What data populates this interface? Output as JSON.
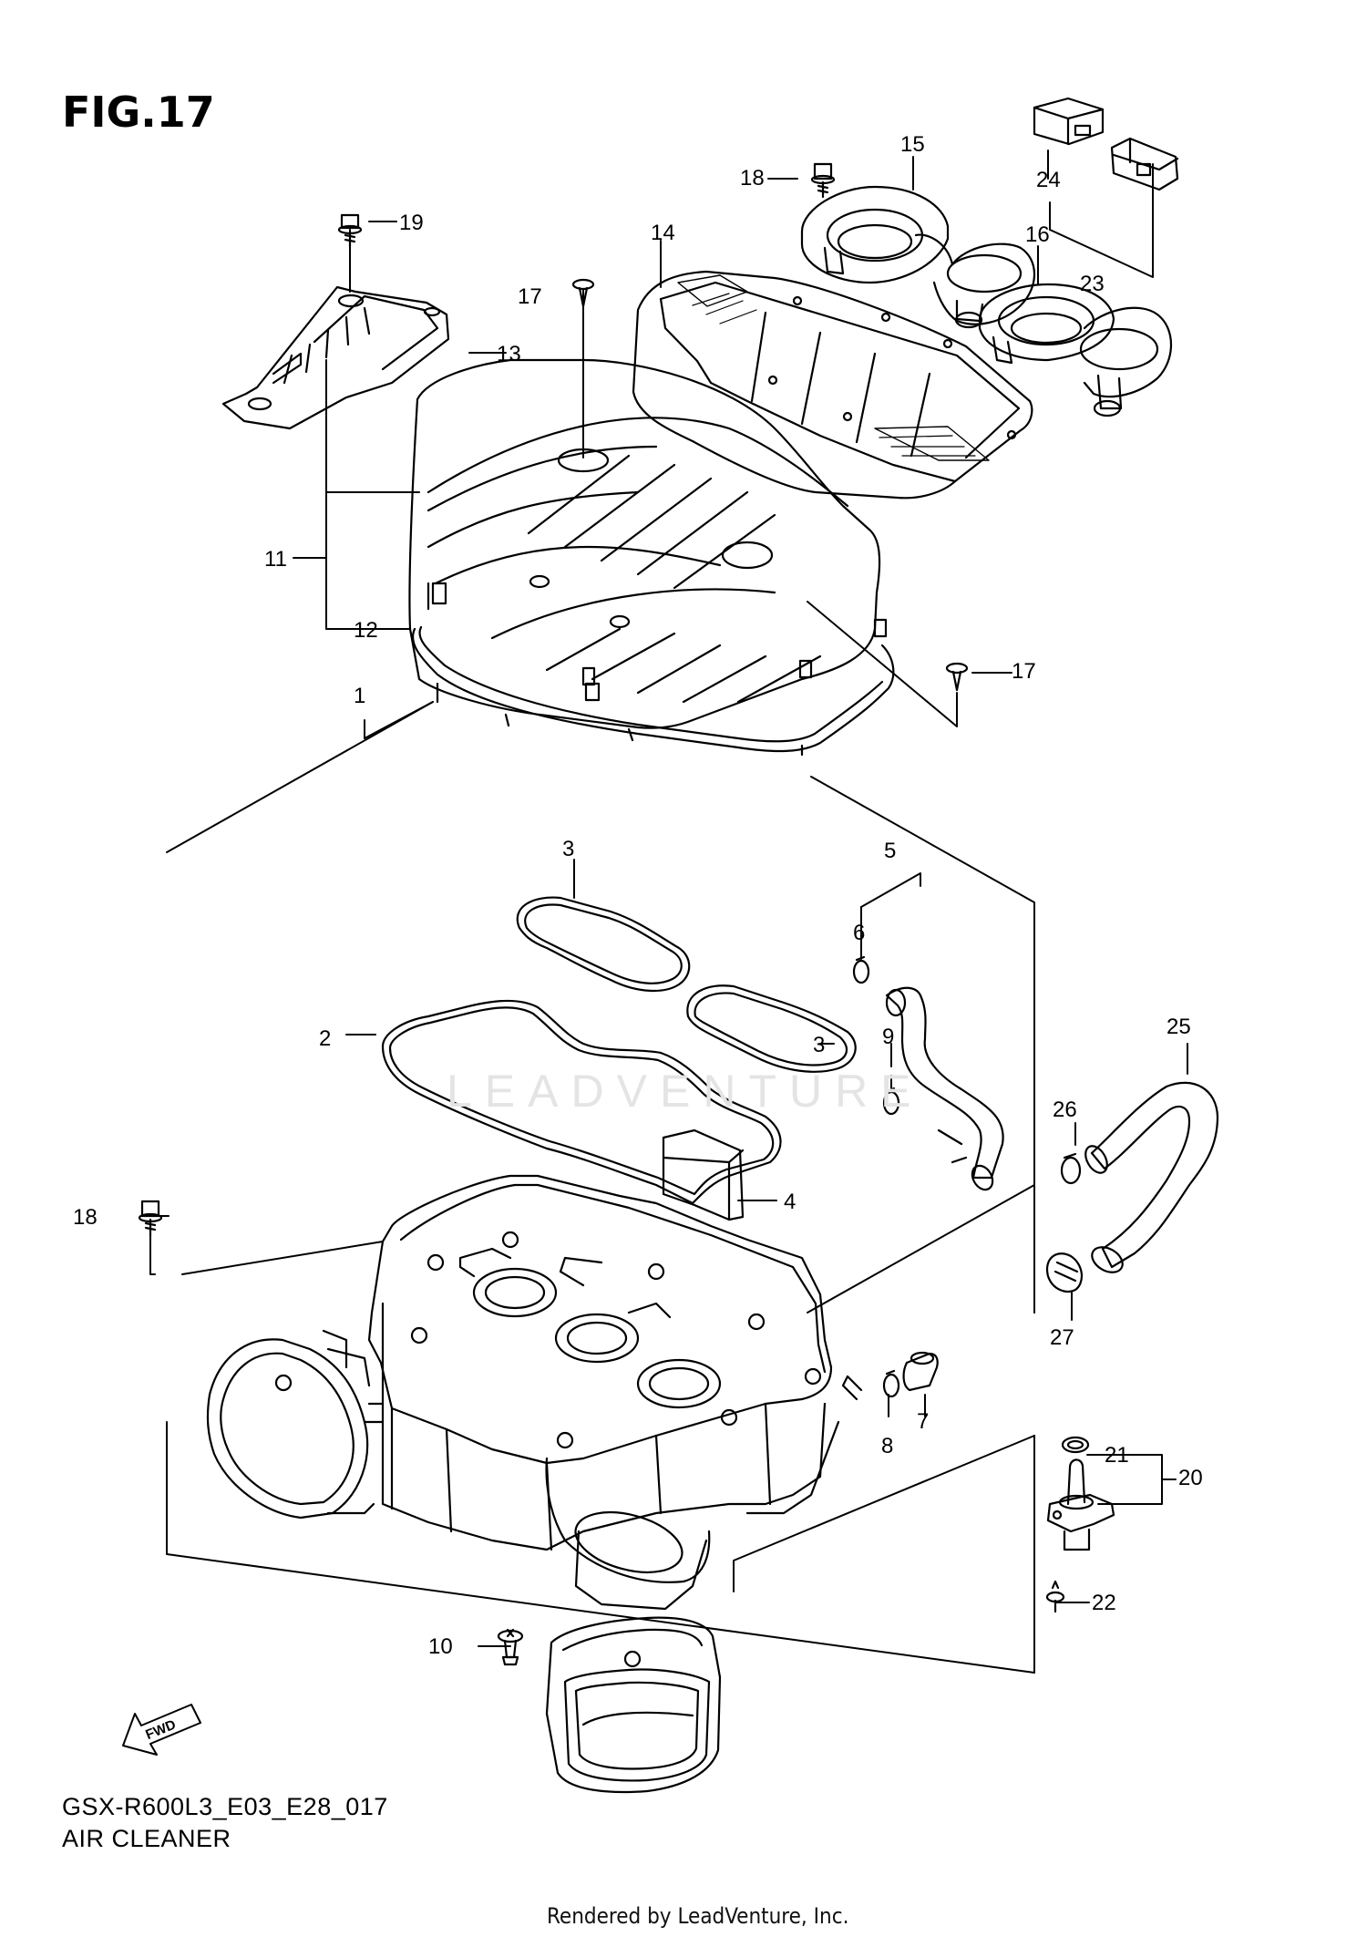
{
  "figure": {
    "title": "FIG.17",
    "code": "GSX-R600L3_E03_E28_017",
    "name": "AIR CLEANER",
    "rendered_by": "Rendered by LeadVenture, Inc.",
    "watermark": "LEADVENTURE",
    "fwd_label": "FWD"
  },
  "callouts": [
    {
      "id": "c1",
      "text": "1"
    },
    {
      "id": "c2",
      "text": "2"
    },
    {
      "id": "c3a",
      "text": "3"
    },
    {
      "id": "c3b",
      "text": "3"
    },
    {
      "id": "c4",
      "text": "4"
    },
    {
      "id": "c5",
      "text": "5"
    },
    {
      "id": "c6",
      "text": "6"
    },
    {
      "id": "c7",
      "text": "7"
    },
    {
      "id": "c8",
      "text": "8"
    },
    {
      "id": "c9",
      "text": "9"
    },
    {
      "id": "c10",
      "text": "10"
    },
    {
      "id": "c11",
      "text": "11"
    },
    {
      "id": "c12",
      "text": "12"
    },
    {
      "id": "c13",
      "text": "13"
    },
    {
      "id": "c14",
      "text": "14"
    },
    {
      "id": "c15",
      "text": "15"
    },
    {
      "id": "c16",
      "text": "16"
    },
    {
      "id": "c17a",
      "text": "17"
    },
    {
      "id": "c17b",
      "text": "17"
    },
    {
      "id": "c18a",
      "text": "18"
    },
    {
      "id": "c18b",
      "text": "18"
    },
    {
      "id": "c19",
      "text": "19"
    },
    {
      "id": "c20",
      "text": "20"
    },
    {
      "id": "c21",
      "text": "21"
    },
    {
      "id": "c22",
      "text": "22"
    },
    {
      "id": "c23",
      "text": "23"
    },
    {
      "id": "c24",
      "text": "24"
    },
    {
      "id": "c25",
      "text": "25"
    },
    {
      "id": "c26",
      "text": "26"
    },
    {
      "id": "c27",
      "text": "27"
    }
  ]
}
